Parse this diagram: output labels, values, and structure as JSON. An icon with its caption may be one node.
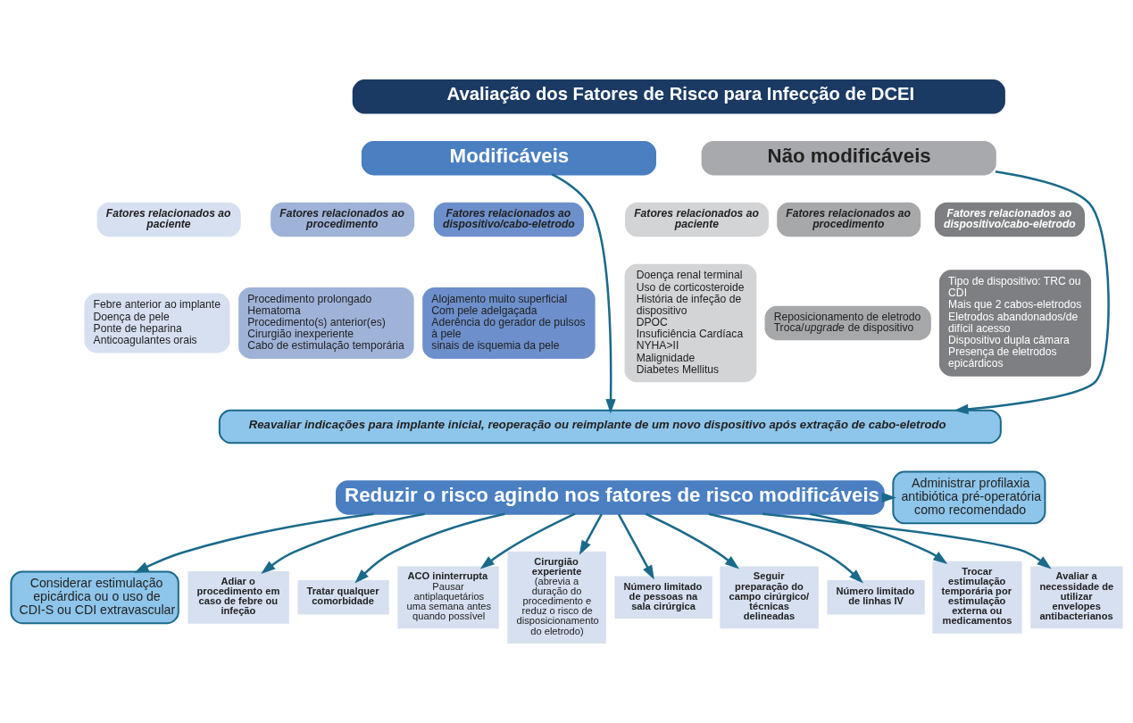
{
  "diagram": {
    "nodes": [
      {
        "text": [
          "Avaliação dos Fatores de Risco para Infecção de DCEI"
        ]
      },
      {
        "text": [
          "Modificáveis"
        ]
      },
      {
        "text": [
          "Não modificáveis"
        ]
      },
      {
        "text": [
          "Fatores relacionados ao paciente"
        ]
      },
      {
        "text": [
          "Febre anterior ao implante",
          "Doença de pele",
          "Ponte de heparina",
          "Anticoagulantes orais"
        ]
      },
      {
        "text": [
          "Fatores relacionados ao procedimento"
        ]
      },
      {
        "text": [
          "Procedimento prolongado",
          "Hematoma",
          "Procedimento(s) anterior(es)",
          "Cirurgião inexperiente",
          "Cabo de estimulação temporária"
        ]
      },
      {
        "text": [
          "Fatores relacionados ao dispositivo/cabo-eletrodo"
        ]
      },
      {
        "text": [
          "Alojamento muito superficial",
          "Com pele adelgaçada",
          "Aderência do gerador de pulsos à pele",
          "sinais de isquemia da pele"
        ]
      },
      {
        "text": [
          "Fatores relacionados ao paciente"
        ]
      },
      {
        "text": [
          "Doença renal terminal",
          "Uso de corticosteroide",
          "História de infeção de dispositivo",
          "DPOC",
          "Insuficiência Cardíaca",
          "NYHA>II",
          "Malignidade",
          "Diabetes Mellitus"
        ]
      },
      {
        "text": [
          "Fatores relacionados ao procedimento"
        ]
      },
      {
        "text": [
          "Reposicionamento de eletrodo",
          "Troca/*upgrade* de dispositivo"
        ]
      },
      {
        "text": [
          "Fatores relacionados ao dispositivo/cabo-eletrodo"
        ]
      },
      {
        "text": [
          "Tipo de dispositivo: TRC ou CDI",
          "Mais que 2 cabos-eletrodos",
          "Eletrodos abandonados/de difícil acesso",
          "Dispositivo dupla câmara",
          "Presença de eletrodos epicárdicos"
        ]
      },
      {
        "text": [
          "Reavaliar indicações para implante inicial, reoperação ou reimplante de um novo dispositivo após extração de cabo-eletrodo"
        ]
      },
      {
        "text": [
          "Reduzir o risco agindo nos fatores de risco modificáveis"
        ]
      },
      {
        "text": [
          "Administrar profilaxia antibiótica pré-operatória como recomendado"
        ]
      },
      {
        "text": [
          "Considerar estimulação epicárdica ou o uso de CDI-S ou CDI extravascular"
        ]
      },
      {
        "text": [
          "Adiar o procedimento em caso de febre ou infeção"
        ]
      },
      {
        "text": [
          "Tratar qualquer comorbidade"
        ]
      },
      {
        "text": [
          "ACO ininterrupta",
          "Pausar antiplaquetários uma semana antes quando possível"
        ]
      },
      {
        "text": [
          "Cirurgião experiente",
          "(abrevia a duração do procedimento e reduz o risco de disposicionamento do eletrodo)"
        ]
      },
      {
        "text": [
          "Número limitado de pessoas na sala cirúrgica"
        ]
      },
      {
        "text": [
          "Seguir preparação do campo cirúrgico/ técnicas delineadas"
        ]
      },
      {
        "text": [
          "Número limitado de linhas IV"
        ]
      },
      {
        "text": [
          "Trocar estimulação temporária por estimulação externa ou medicamentos"
        ]
      },
      {
        "text": [
          "Avaliar a necessidade de utilizar envelopes antibacterianos"
        ]
      }
    ],
    "edges": [
      {
        "from": 1,
        "to": 15,
        "arrow": "to"
      },
      {
        "from": 2,
        "to": 15,
        "arrow": "to"
      },
      {
        "from": 16,
        "to": 17,
        "arrow": "to"
      },
      {
        "from": 16,
        "to": 18,
        "arrow": "to"
      },
      {
        "from": 16,
        "to": 19,
        "arrow": "to"
      },
      {
        "from": 16,
        "to": 20,
        "arrow": "to"
      },
      {
        "from": 16,
        "to": 21,
        "arrow": "to"
      },
      {
        "from": 16,
        "to": 22,
        "arrow": "to"
      },
      {
        "from": 16,
        "to": 23,
        "arrow": "to"
      },
      {
        "from": 16,
        "to": 24,
        "arrow": "to"
      },
      {
        "from": 16,
        "to": 25,
        "arrow": "to"
      },
      {
        "from": 16,
        "to": 26,
        "arrow": "to"
      },
      {
        "from": 16,
        "to": 27,
        "arrow": "to"
      }
    ]
  }
}
